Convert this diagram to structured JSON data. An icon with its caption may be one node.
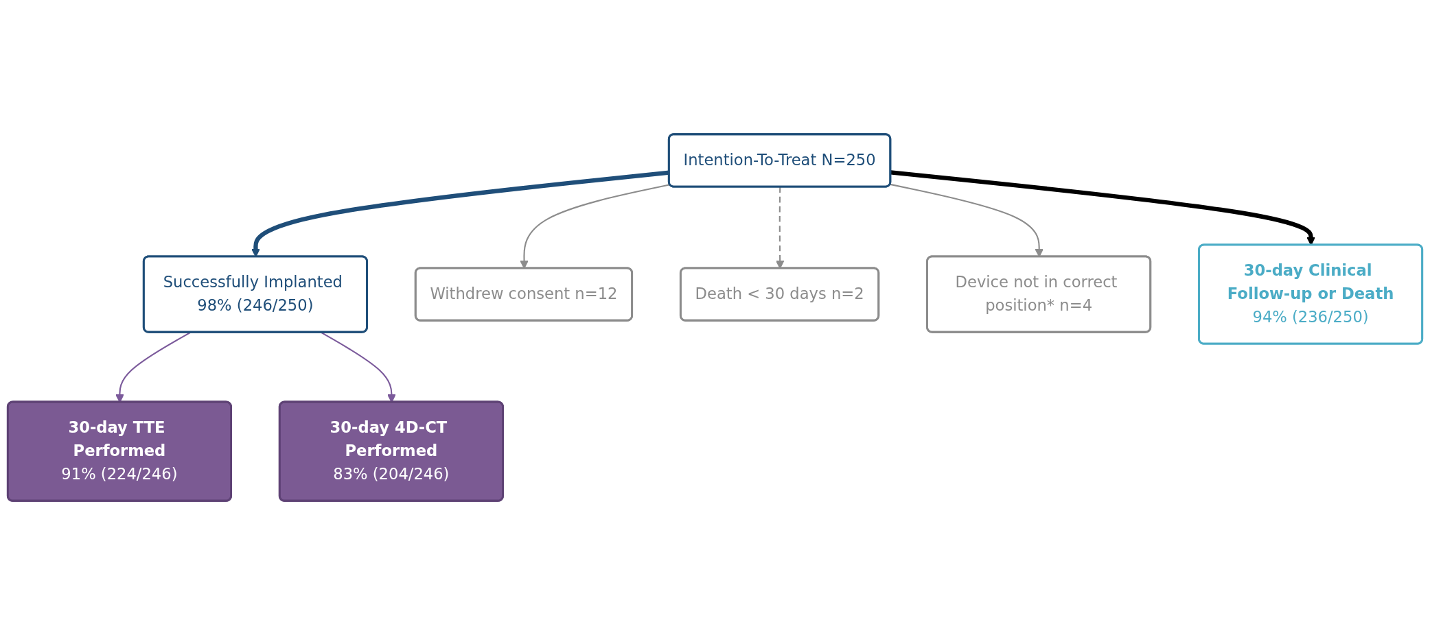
{
  "diagram": {
    "nodes": [
      {
        "text": [
          "Intention-To-Treat N=250"
        ]
      },
      {
        "text": [
          "Successfully Implanted 98% (246/250)"
        ]
      },
      {
        "text": [
          "30-day TTE Performed",
          "91% (224/246)"
        ]
      },
      {
        "text": [
          "30-day 4D-CT Performed",
          "83% (204/246)"
        ]
      },
      {
        "text": [
          "Withdrew consent n=12"
        ]
      },
      {
        "text": [
          "Death < 30 days n=2"
        ]
      },
      {
        "text": [
          "Device not in correct position* n=4"
        ]
      },
      {
        "text": [
          "30-day Clinical Follow-up or Death",
          "94% (236/250)"
        ]
      }
    ],
    "edges": [
      {
        "from": 0,
        "to": 1,
        "arrow": "to",
        "style": "thick",
        "color": "#1f4e79"
      },
      {
        "from": 0,
        "to": 6,
        "arrow": "to"
      },
      {
        "from": 1,
        "to": 2,
        "arrow": "to",
        "color": "#7b5a9b"
      },
      {
        "from": 1,
        "to": 3,
        "arrow": "to",
        "color": "#7b5a9b"
      },
      {
        "from": 0,
        "to": 4,
        "arrow": "to"
      },
      {
        "from": 0,
        "to": 5,
        "arrow": "to",
        "style": "dashed"
      },
      {
        "from": 0,
        "to": 7,
        "arrow": "to",
        "style": "thick",
        "color": "#000000"
      }
    ]
  }
}
